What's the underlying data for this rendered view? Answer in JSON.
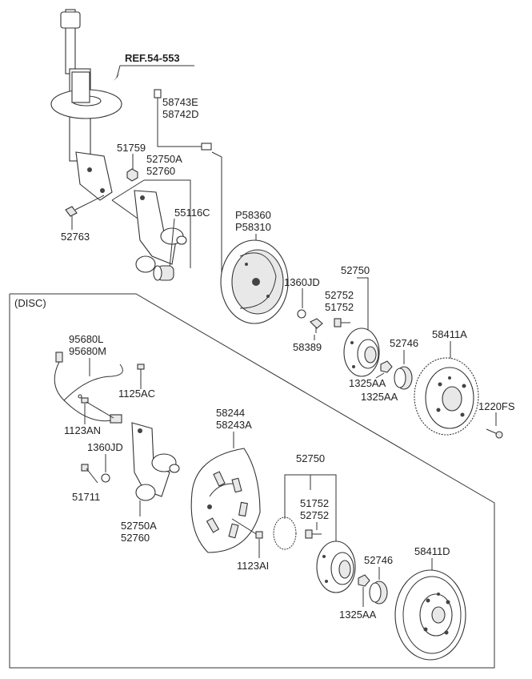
{
  "labels": {
    "ref": "REF.54-553",
    "hose_e": "58743E",
    "hose_d": "58742D",
    "nut_top": "51759",
    "knuckle_a_top": "52750A",
    "knuckle_top": "52760",
    "bushing": "55116C",
    "bolt_top": "52763",
    "brake_p1": "P58360",
    "brake_p2": "P58310",
    "washer_top": "1360JD",
    "hub_group_top": "52750",
    "bolt_52752_top": "52752",
    "bolt_51752_top": "51752",
    "bleed_screw": "58389",
    "cap_top": "52746",
    "drum": "58411A",
    "nut_1325_a": "1325AA",
    "nut_1325_b": "1325AA",
    "screw_1220": "1220FS",
    "disc_section": "(DISC)",
    "sensor_l": "95680L",
    "sensor_m": "95680M",
    "bolt_1125": "1125AC",
    "bolt_1123an": "1123AN",
    "washer_disc": "1360JD",
    "bolt_51711": "51711",
    "knuckle_a_disc": "52750A",
    "knuckle_disc": "52760",
    "shield_1": "58244",
    "shield_2": "58243A",
    "bolt_1123ai": "1123AI",
    "hub_group_disc": "52750",
    "bolt_51752_disc": "51752",
    "bolt_52752_disc": "52752",
    "cap_disc": "52746",
    "rotor": "58411D",
    "nut_1325_disc": "1325AA"
  }
}
